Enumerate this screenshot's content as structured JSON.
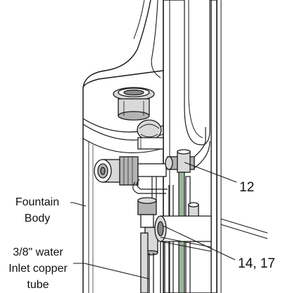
{
  "callouts": {
    "part_12": "12",
    "part_14_17": "14, 17"
  },
  "labels": {
    "fountain_body_line1": "Fountain",
    "fountain_body_line2": "Body",
    "inlet_line1": "3/8\" water",
    "inlet_line2": "Inlet copper",
    "inlet_line3": "tube"
  },
  "colors": {
    "stroke": "#1a1a1a",
    "shade_light": "#d9d9d9",
    "shade_mid": "#b3b3b3",
    "shade_dark": "#8c8c8c",
    "tube_green": "#9bb59b"
  }
}
